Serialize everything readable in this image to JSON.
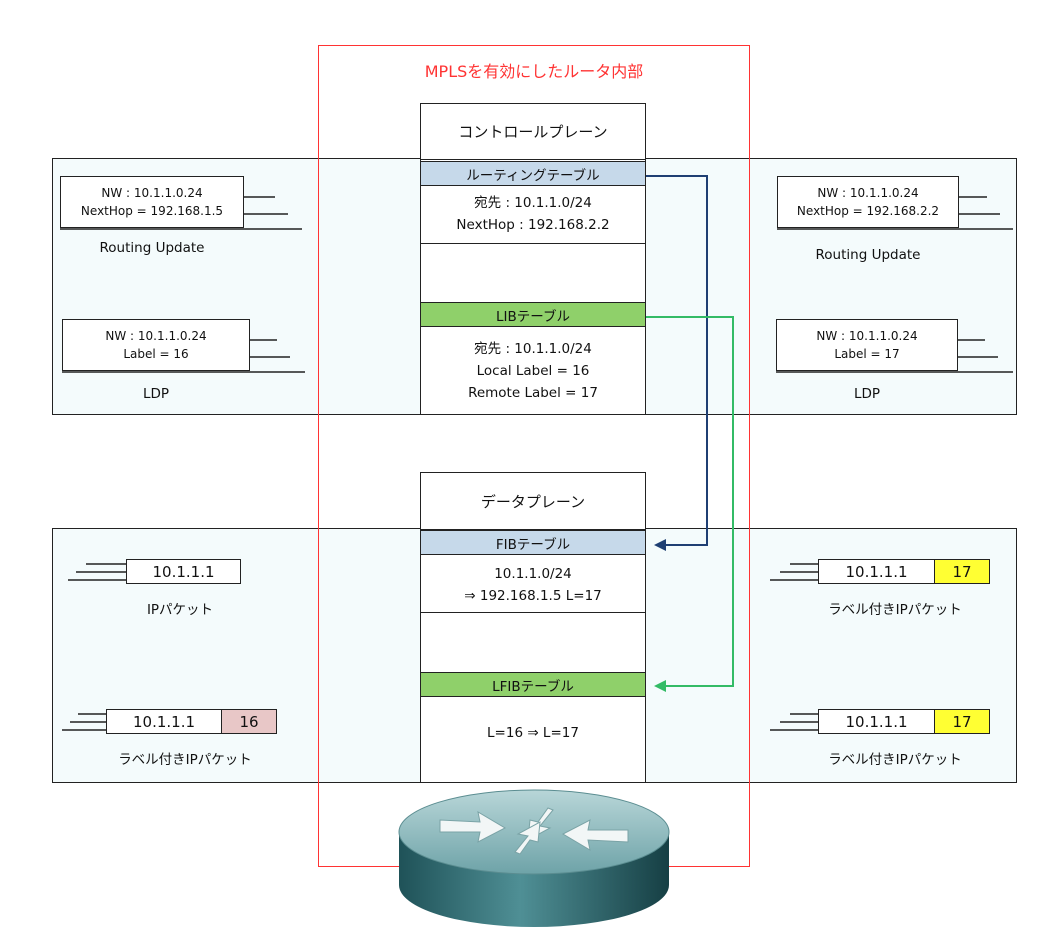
{
  "title": "MPLSを有効にしたルータ内部",
  "control_plane": {
    "heading": "コントロールプレーン",
    "routing_table": {
      "name": "ルーティングテーブル",
      "lines": [
        "宛先 : 10.1.1.0/24",
        "NextHop : 192.168.2.2"
      ]
    },
    "lib_table": {
      "name": "LIBテーブル",
      "lines": [
        "宛先 : 10.1.1.0/24",
        "Local Label = 16",
        "Remote Label = 17"
      ]
    },
    "left": {
      "routing_update": {
        "lines": [
          "NW : 10.1.1.0.24",
          "NextHop = 192.168.1.5"
        ],
        "caption": "Routing Update"
      },
      "ldp": {
        "lines": [
          "NW : 10.1.1.0.24",
          "Label = 16"
        ],
        "caption": "LDP"
      }
    },
    "right": {
      "routing_update": {
        "lines": [
          "NW : 10.1.1.0.24",
          "NextHop = 192.168.2.2"
        ],
        "caption": "Routing Update"
      },
      "ldp": {
        "lines": [
          "NW : 10.1.1.0.24",
          "Label = 17"
        ],
        "caption": "LDP"
      }
    }
  },
  "data_plane": {
    "heading": "データプレーン",
    "fib_table": {
      "name": "FIBテーブル",
      "lines": [
        "10.1.1.0/24",
        "⇒ 192.168.1.5 L=17"
      ]
    },
    "lfib_table": {
      "name": "LFIBテーブル",
      "lines": [
        "L=16 ⇒ L=17"
      ]
    },
    "left": {
      "ip_packet": {
        "address": "10.1.1.1",
        "caption": "IPパケット"
      },
      "labeled_packet": {
        "address": "10.1.1.1",
        "label": "16",
        "caption": "ラベル付きIPパケット"
      }
    },
    "right": {
      "labeled_packet_top": {
        "address": "10.1.1.1",
        "label": "17",
        "caption": "ラベル付きIPパケット"
      },
      "labeled_packet_bottom": {
        "address": "10.1.1.1",
        "label": "17",
        "caption": "ラベル付きIPパケット"
      }
    }
  },
  "colors": {
    "frame": "#ff3333",
    "routing_arrow": "#1f3f73",
    "label_arrow": "#33bb66",
    "table_blue": "#c6d9ea",
    "table_green": "#8fd06a",
    "label_pink": "#e8c7c7",
    "label_yellow": "#ffff33"
  }
}
